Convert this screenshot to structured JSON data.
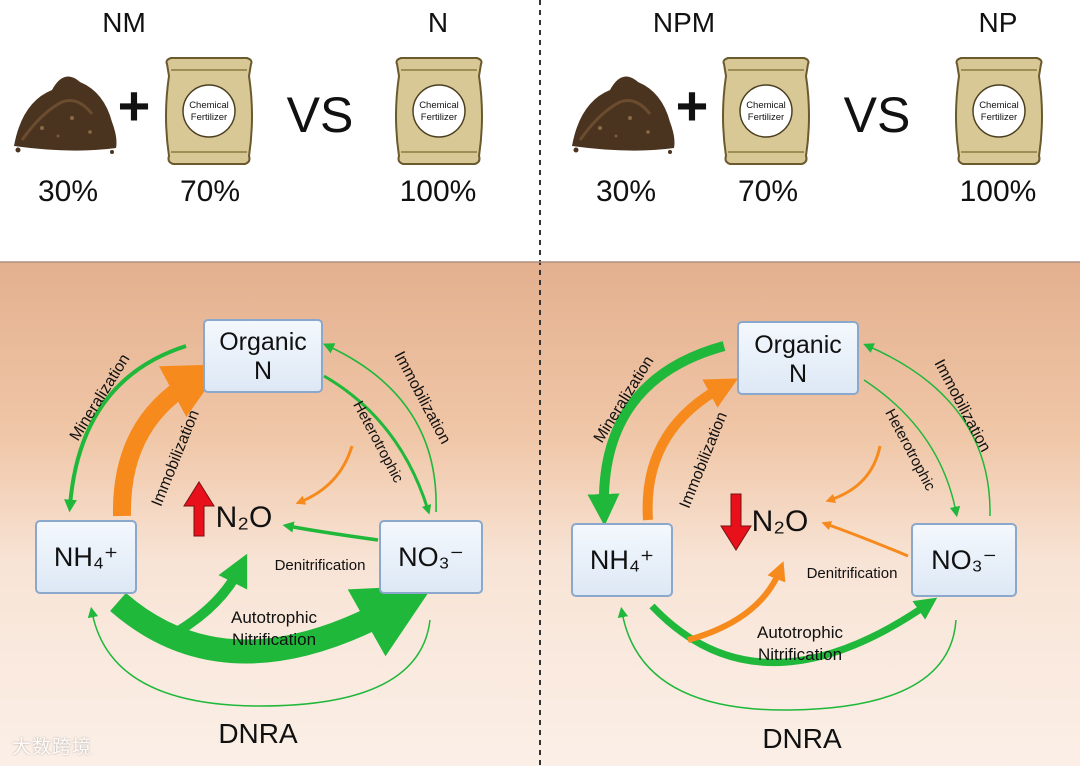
{
  "top_panels": [
    {
      "left_label": "NM",
      "right_label": "N",
      "vs": "VS",
      "plus": "+",
      "bag_text": [
        "Chemical",
        "Fertilizer"
      ],
      "soil_pct": "30%",
      "fert_pct": "70%",
      "single_pct": "100%"
    },
    {
      "left_label": "NPM",
      "right_label": "NP",
      "vs": "VS",
      "plus": "+",
      "bag_text": [
        "Chemical",
        "Fertilizer"
      ],
      "soil_pct": "30%",
      "fert_pct": "70%",
      "single_pct": "100%"
    }
  ],
  "cycle": {
    "organic_n": [
      "Organic",
      "N"
    ],
    "nh4": "NH₄⁺",
    "no3": "NO₃⁻",
    "n2o": "N₂O",
    "mineralization": "Mineralization",
    "immobilization": "Immobilization",
    "heterotrophic": "Heterotrophic",
    "denitrification": "Denitrification",
    "autotrophic": [
      "Autotrophic",
      "Nitrification"
    ],
    "dnra": "DNRA"
  },
  "colors": {
    "green": "#1fb83a",
    "orange": "#f78a1d",
    "red": "#e8101a",
    "box_fill": "#e6eef8",
    "box_stroke": "#8aa8cc"
  },
  "n2o_trend": [
    "up",
    "down"
  ],
  "watermark": "大数跨境"
}
